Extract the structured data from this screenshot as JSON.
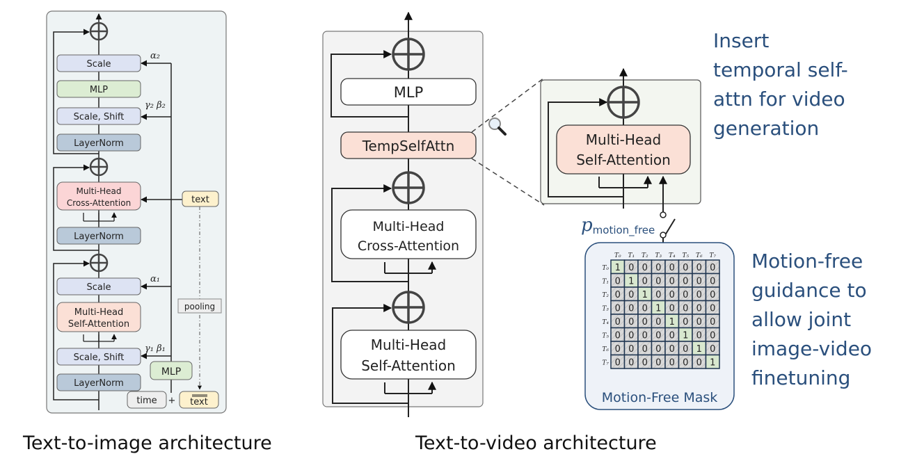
{
  "left_diagram": {
    "boxes": {
      "scale_top": "Scale",
      "mlp_top": "MLP",
      "scale_shift_top": "Scale, Shift",
      "layernorm_top": "LayerNorm",
      "cross_attn_1": "Multi-Head",
      "cross_attn_2": "Cross-Attention",
      "layernorm_mid": "LayerNorm",
      "scale_bottom": "Scale",
      "self_attn_1": "Multi-Head",
      "self_attn_2": "Self-Attention",
      "scale_shift_bottom": "Scale, Shift",
      "layernorm_bottom": "LayerNorm",
      "text_input": "text",
      "pooling": "pooling",
      "mlp_cond": "MLP",
      "time": "time",
      "plus": "+",
      "text_pooled": "text"
    },
    "params": {
      "alpha2": "α₂",
      "gamma2_beta2": "γ₂ β₂",
      "alpha1": "α₁",
      "gamma1_beta1": "γ₁ β₁"
    },
    "colors": {
      "scale": "#dde3f3",
      "mlp": "#dcedd3",
      "layernorm": "#b9c9d9",
      "cross_attn": "#fbd5d6",
      "self_attn": "#fbe0d6",
      "text": "#fdf1cd",
      "panel": "#eef3f4"
    }
  },
  "middle_diagram": {
    "boxes": {
      "mlp": "MLP",
      "temp_self_attn": "TempSelfAttn",
      "cross_attn_1": "Multi-Head",
      "cross_attn_2": "Cross-Attention",
      "self_attn_1": "Multi-Head",
      "self_attn_2": "Self-Attention"
    },
    "colors": {
      "panel": "#f3f3f3",
      "temp": "#fbe0d6"
    }
  },
  "zoom_detail": {
    "icon": "magnifier-icon",
    "self_attn_1": "Multi-Head",
    "self_attn_2": "Self-Attention",
    "switch_label_main": "p",
    "switch_label_sub": "motion_free"
  },
  "mask": {
    "title": "Motion-Free Mask",
    "col_labels": [
      "T0",
      "T1",
      "T2",
      "T3",
      "T4",
      "T5",
      "T6",
      "T7"
    ],
    "row_labels": [
      "T0",
      "T1",
      "T2",
      "T3",
      "T4",
      "T5",
      "T6",
      "T7"
    ],
    "values": [
      [
        1,
        0,
        0,
        0,
        0,
        0,
        0,
        0
      ],
      [
        0,
        1,
        0,
        0,
        0,
        0,
        0,
        0
      ],
      [
        0,
        0,
        1,
        0,
        0,
        0,
        0,
        0
      ],
      [
        0,
        0,
        0,
        1,
        0,
        0,
        0,
        0
      ],
      [
        0,
        0,
        0,
        0,
        1,
        0,
        0,
        0
      ],
      [
        0,
        0,
        0,
        0,
        0,
        1,
        0,
        0
      ],
      [
        0,
        0,
        0,
        0,
        0,
        0,
        1,
        0
      ],
      [
        0,
        0,
        0,
        0,
        0,
        0,
        0,
        1
      ]
    ],
    "colors": {
      "one": "#d8e8cf",
      "zero": "#d9d9d9",
      "bg": "#eef2f8"
    }
  },
  "annotations": {
    "insert": [
      "Insert",
      "temporal self-",
      "attn for video",
      "generation"
    ],
    "motion_free": [
      "Motion-free",
      "guidance to",
      "allow joint",
      "image-video",
      "finetuning"
    ]
  },
  "captions": {
    "left": "Text-to-image architecture",
    "right": "Text-to-video architecture"
  }
}
